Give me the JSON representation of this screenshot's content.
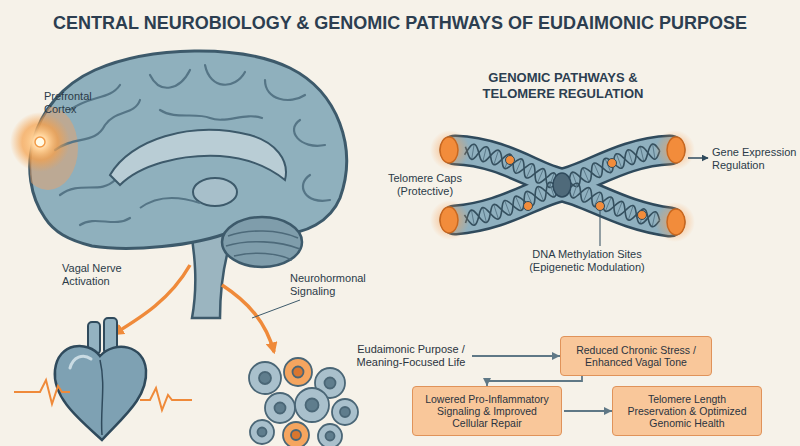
{
  "diagram": {
    "title": "CENTRAL NEUROBIOLOGY & GENOMIC PATHWAYS OF EUDAIMONIC PURPOSE",
    "nodes": [
      {
        "text": [
          "Eudaimonic Purpose / Meaning-Focused Life"
        ]
      },
      {
        "text": [
          "Reduced Chronic Stress / Enhanced Vagal Tone"
        ]
      },
      {
        "text": [
          "Lowered Pro-Inflammatory Signaling & Improved Cellular Repair"
        ]
      },
      {
        "text": [
          "Telomere Length Preservation & Optimized Genomic Health"
        ]
      }
    ],
    "edges": [
      {
        "from": 0,
        "to": 1,
        "arrow": "to"
      },
      {
        "from": 1,
        "to": 2,
        "arrow": "to"
      },
      {
        "from": 2,
        "to": 3,
        "arrow": "to"
      }
    ],
    "labels": [
      "Prefrontal Cortex",
      "Vagal Nerve Activation",
      "Neurohormonal Signaling",
      "GENOMIC PATHWAYS & TELOMERE REGULATION",
      "Telomere Caps (Protective)",
      "Gene Expression Regulation",
      "DNA Methylation Sites (Epigenetic Modulation)"
    ]
  }
}
